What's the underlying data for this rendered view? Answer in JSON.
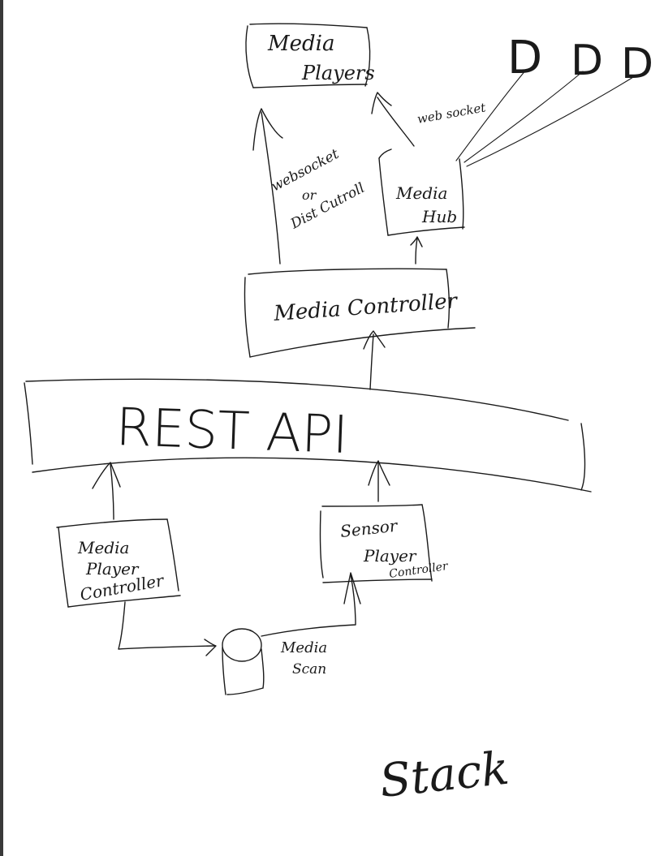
{
  "diagram": {
    "media_players": {
      "line1": "Media",
      "line2": "Players"
    },
    "devices": [
      "D",
      "D",
      "D"
    ],
    "websocket_top": "web socket",
    "websocket_left": {
      "line1": "websocket",
      "line2": "or",
      "line3": "Dist Cutroll"
    },
    "media_hub": {
      "line1": "Media",
      "line2": "Hub"
    },
    "media_controller": "Media Controller",
    "rest_api": "REST API",
    "media_player_controller": {
      "line1": "Media",
      "line2": "Player",
      "line3": "Controller"
    },
    "sensor_player_controller": {
      "line1": "Sensor",
      "line2": "Player",
      "line3": "Controller"
    },
    "media_store": {
      "line1": "Media",
      "line2": "Scan"
    },
    "stack_label": "Stack"
  }
}
